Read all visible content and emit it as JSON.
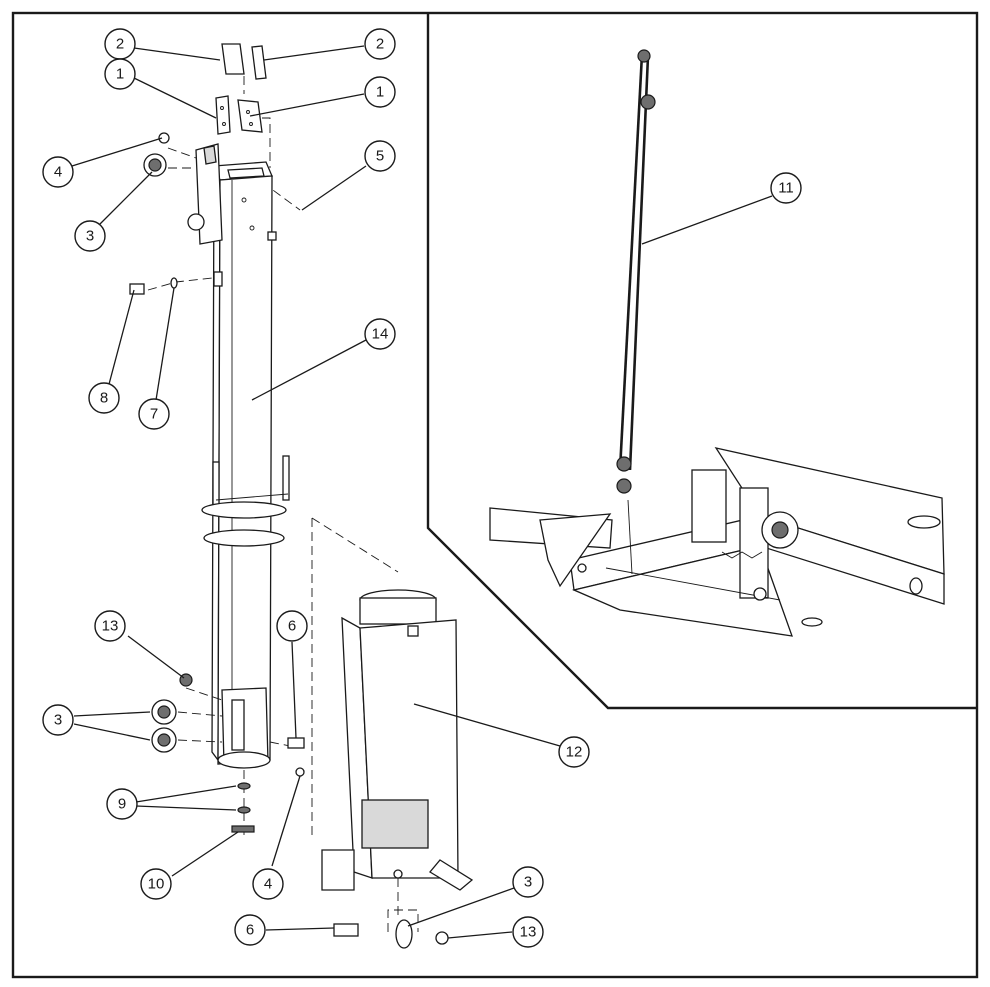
{
  "diagram": {
    "callouts": [
      {
        "id": "c2a",
        "label": "2"
      },
      {
        "id": "c2b",
        "label": "2"
      },
      {
        "id": "c1a",
        "label": "1"
      },
      {
        "id": "c1b",
        "label": "1"
      },
      {
        "id": "c4a",
        "label": "4"
      },
      {
        "id": "c3a",
        "label": "3"
      },
      {
        "id": "c5",
        "label": "5"
      },
      {
        "id": "c8",
        "label": "8"
      },
      {
        "id": "c7",
        "label": "7"
      },
      {
        "id": "c14",
        "label": "14"
      },
      {
        "id": "c11",
        "label": "11"
      },
      {
        "id": "c13a",
        "label": "13"
      },
      {
        "id": "c6a",
        "label": "6"
      },
      {
        "id": "c3b",
        "label": "3"
      },
      {
        "id": "c12",
        "label": "12"
      },
      {
        "id": "c9",
        "label": "9"
      },
      {
        "id": "c10",
        "label": "10"
      },
      {
        "id": "c4b",
        "label": "4"
      },
      {
        "id": "c3c",
        "label": "3"
      },
      {
        "id": "c6b",
        "label": "6"
      },
      {
        "id": "c13b",
        "label": "13"
      }
    ]
  }
}
